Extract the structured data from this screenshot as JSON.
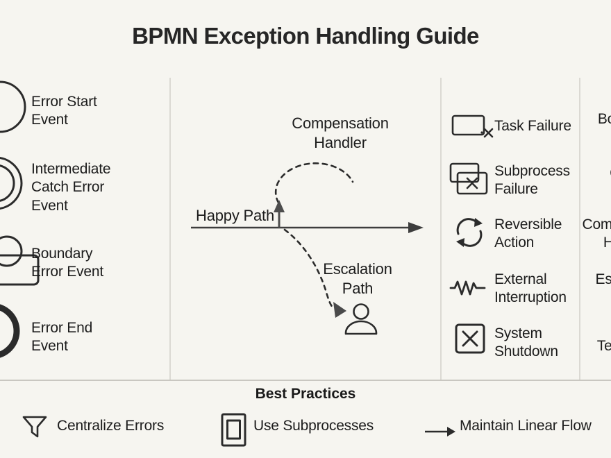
{
  "title": "BPMN Exception Handling Guide",
  "colors": {
    "background": "#f6f5f0",
    "ink": "#1c1c1c",
    "line": "#3d3d3d",
    "divider": "#dbd9d3"
  },
  "legend_left": {
    "items": [
      {
        "icon": "error-start-event-icon",
        "label": "Error Start\nEvent"
      },
      {
        "icon": "intermediate-catch-error-event-icon",
        "label": "Intermediate\nCatch Error\nEvent"
      },
      {
        "icon": "boundary-error-event-icon",
        "label": "Boundary\nError Event"
      },
      {
        "icon": "error-end-event-icon",
        "label": "Error End\nEvent"
      }
    ]
  },
  "flow": {
    "compensation_label": "Compensation\nHandler",
    "happy_path_label": "Happy Path",
    "escalation_label": "Escalation\nPath",
    "person_icon": "person-icon"
  },
  "scenarios": {
    "items": [
      {
        "icon": "task-failure-icon",
        "label": "Task Failure"
      },
      {
        "icon": "subprocess-failure-icon",
        "label": "Subprocess\nFailure"
      },
      {
        "icon": "reversible-action-icon",
        "label": "Reversible\nAction"
      },
      {
        "icon": "external-interruption-icon",
        "label": "External\nInterruption"
      },
      {
        "icon": "system-shutdown-icon",
        "label": "System\nShutdown"
      }
    ]
  },
  "handlers": {
    "items": [
      {
        "label": "Boundary\nError"
      },
      {
        "label": "Catch\nError"
      },
      {
        "label": "Compensation\nHandler"
      },
      {
        "label": "Escalation\nPath"
      },
      {
        "label": "Terminate\nEvent"
      }
    ]
  },
  "best_practices": {
    "heading": "Best Practices",
    "items": [
      {
        "icon": "funnel-icon",
        "label": "Centralize Errors"
      },
      {
        "icon": "subprocess-box-icon",
        "label": "Use Subprocesses"
      },
      {
        "icon": "arrow-right-icon",
        "label": "Maintain Linear Flow"
      }
    ]
  }
}
